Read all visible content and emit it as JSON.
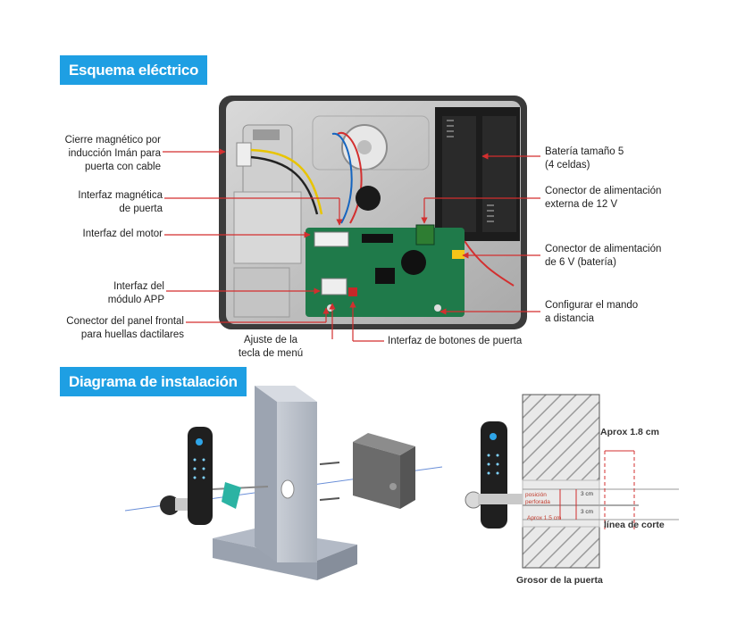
{
  "sections": {
    "electrical": "Esquema eléctrico",
    "installation": "Diagrama de instalación"
  },
  "left_labels": {
    "magnetic_lock": "Cierre magnético por\ninducción Imán para\npuerta con cable",
    "door_magnetic": "Interfaz magnética\nde puerta",
    "motor": "Interfaz del motor",
    "app_module": "Interfaz del\nmódulo APP",
    "front_panel": "Conector del panel frontal\npara huellas dactilares",
    "menu_key": "Ajuste de la\ntecla de menú",
    "door_buttons": "Interfaz de botones de puerta"
  },
  "right_labels": {
    "battery": "Batería tamaño 5\n(4 celdas)",
    "ext_power": "Conector de alimentación\nexterna de 12 V",
    "battery_power": "Conector de alimentación\nde 6 V (batería)",
    "remote": "Configurar el mando\na distancia"
  },
  "install_diagram": {
    "aprox_width": "Aprox 1.8 cm",
    "drill_position": "posición\nperforada",
    "aprox_15": "Aprox 1.5 cm",
    "three_cm_top": "3 cm",
    "three_cm_bottom": "3 cm",
    "cut_line": "línea de corte",
    "door_thickness": "Grosor de la puerta"
  },
  "colors": {
    "banner": "#1e9fe3",
    "callout_line": "#d32f2f",
    "pcb": "#1f7a4a"
  }
}
